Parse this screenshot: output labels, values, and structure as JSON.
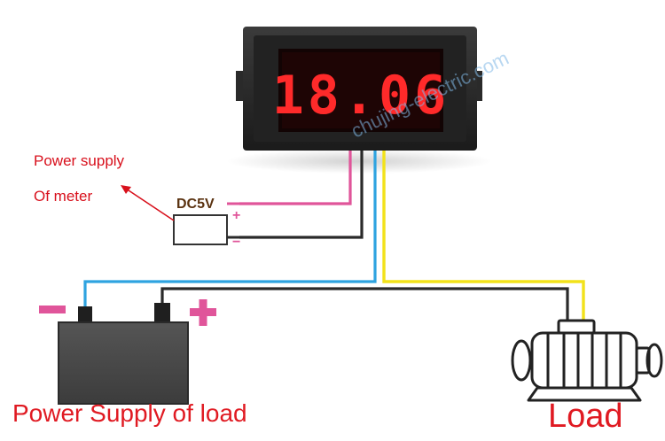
{
  "meter": {
    "reading": "18.06"
  },
  "labels": {
    "meter_power_line1": "Power supply",
    "meter_power_line2": "Of meter",
    "meter_supply_voltage": "DC5V",
    "plus_sign": "+",
    "minus_sign": "−",
    "load_supply": "Power Supply of load",
    "load": "Load",
    "watermark": "chujing-electric.com"
  },
  "colors": {
    "wire_pink": "#e0559a",
    "wire_blue": "#2ea3e0",
    "wire_yellow": "#f2e21a",
    "wire_black": "#2a2a2a",
    "label_red": "#e01a22",
    "display_red": "#ff2a2a",
    "battery_gray": "#4a4a4a"
  }
}
